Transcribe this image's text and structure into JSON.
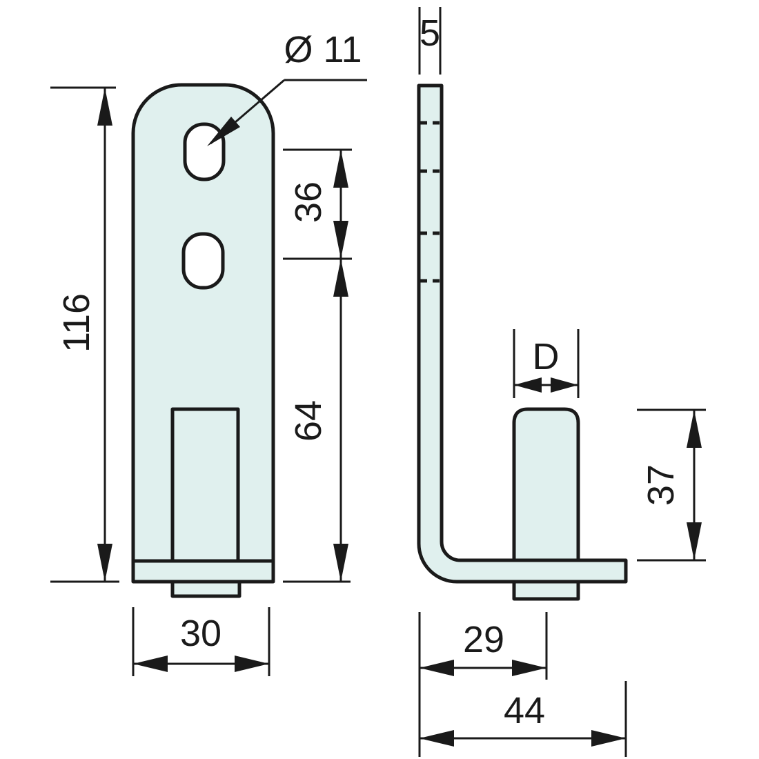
{
  "colors": {
    "part_fill": "#e0f0ee",
    "hole_fill": "#ffffff",
    "line": "#1a1a1a",
    "background": "#ffffff"
  },
  "dims": {
    "hole_diameter": "Ø 11",
    "front_height": "116",
    "hole_spacing": "36",
    "hole_to_bottom": "64",
    "front_width": "30",
    "plate_thickness": "5",
    "hook_width": "D",
    "hook_height": "37",
    "hook_offset": "29",
    "leg_depth": "44"
  }
}
